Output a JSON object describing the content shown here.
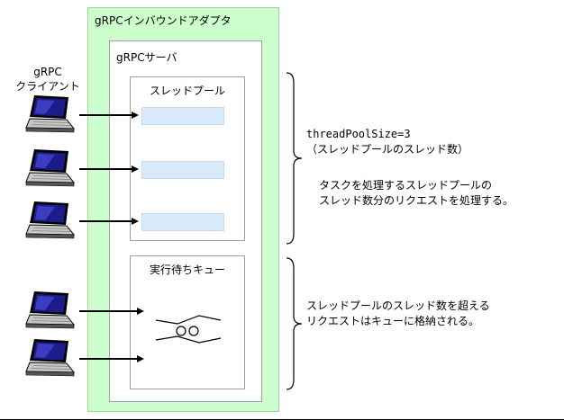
{
  "diagram": {
    "adapter_label": "gRPCインバウンドアダプタ",
    "server_label": "gRPCサーバ",
    "thread_pool": {
      "label": "スレッドプール",
      "slot_count": 3
    },
    "queue": {
      "label": "実行待ちキュー"
    },
    "client": {
      "label_line1": "gRPC",
      "label_line2": "クライアント",
      "count_to_pool": 3,
      "count_to_queue": 2
    },
    "annotations": {
      "pool_size": "threadPoolSize=3",
      "pool_size_note": "（スレッドプールのスレッド数）",
      "pool_desc_line1": "タスクを処理するスレッドプールの",
      "pool_desc_line2": "スレッド数分のリクエストを処理する。",
      "queue_desc_line1": "スレッドプールのスレッド数を超える",
      "queue_desc_line2": "リクエストはキューに格納される。"
    },
    "colors": {
      "adapter_bg": "#ccffcc",
      "slot_bg": "#d8e9fa",
      "laptop_screen": "#1b1b8a"
    }
  }
}
